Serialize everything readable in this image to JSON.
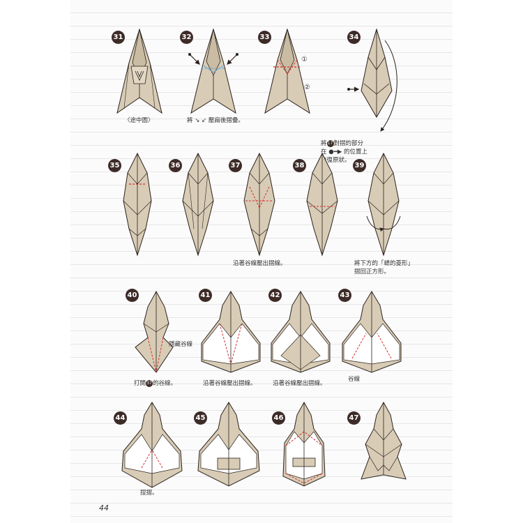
{
  "page_number": "44",
  "colors": {
    "paper": "#d8ccb6",
    "paper_shade": "#c9bca3",
    "outline": "#2a211d",
    "valley_fold": "#d62d2d",
    "mountain_fold": "#6aa8d8",
    "badge": "#3d2b28",
    "white_side": "#ffffff"
  },
  "steps": [
    {
      "number": "31",
      "caption": "〈途中圖〉"
    },
    {
      "number": "32",
      "caption_prefix": "將",
      "caption_suffix": "壓扁後摺疊。"
    },
    {
      "number": "33",
      "markers": [
        "①",
        "②"
      ]
    },
    {
      "number": "34",
      "caption_line1_pre": "將",
      "caption_line1_ref": "17",
      "caption_line1_post": "對摺的部分",
      "caption_line2": "在 ●━▶ 的位置上",
      "caption_line3": "恢復原狀。"
    },
    {
      "number": "35"
    },
    {
      "number": "36"
    },
    {
      "number": "37",
      "caption": "沿著谷線壓出摺線。"
    },
    {
      "number": "38"
    },
    {
      "number": "39",
      "caption_line1": "將下方的「蟋的菱形」",
      "caption_line2": "摺回正方形。"
    },
    {
      "number": "40",
      "side_label": "隱藏谷線",
      "caption_pre": "打開",
      "caption_ref": "37",
      "caption_post": "的谷線。"
    },
    {
      "number": "41",
      "caption": "沿著谷線壓出摺線。"
    },
    {
      "number": "42",
      "caption": "沿著谷線壓出摺線。"
    },
    {
      "number": "43",
      "side_label": "谷線"
    },
    {
      "number": "44",
      "caption": "捏摺。"
    },
    {
      "number": "45"
    },
    {
      "number": "46"
    },
    {
      "number": "47"
    }
  ]
}
